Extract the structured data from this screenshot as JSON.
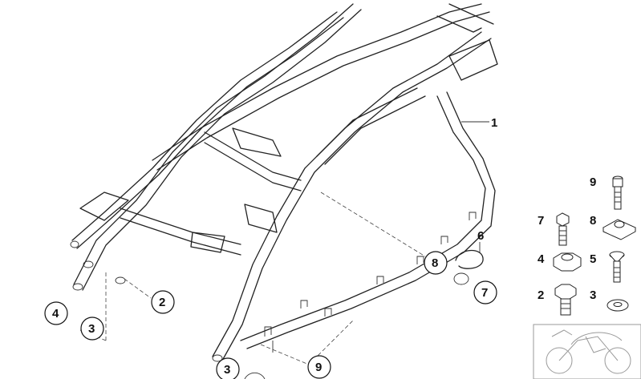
{
  "main_callout": "1",
  "callouts": {
    "c2": "2",
    "c3a": "3",
    "c4": "4",
    "c6": "6",
    "c7": "7",
    "c8": "8",
    "c9": "9",
    "c3b": "3"
  },
  "parts_legend": {
    "p9": "9",
    "p7": "7",
    "p8": "8",
    "p4": "4",
    "p5": "5",
    "p2": "2",
    "p3": "3"
  },
  "icons": [
    "frame-assembly",
    "bolt",
    "nut",
    "washer",
    "clip",
    "eye-bolt",
    "motorcycle-thumbnail"
  ],
  "colors": {
    "line": "#222222",
    "background": "#ffffff",
    "thumbnail_line": "#9a9a9a"
  }
}
